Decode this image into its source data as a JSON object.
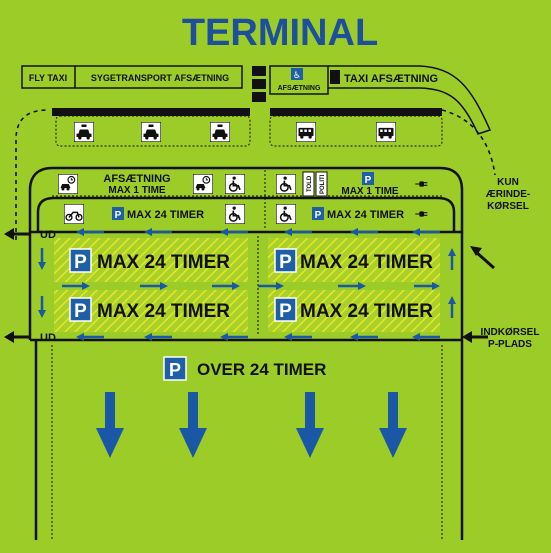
{
  "title": "TERMINAL",
  "top_row": {
    "fly_taxi": "FLY TAXI",
    "sygetransport": "SYGETRANSPORT AFSÆTNING",
    "afsaetning_small": "AFSÆTNING",
    "taxi_afsaetning": "TAXI AFSÆTNING"
  },
  "zone_left": {
    "title_line1": "AFSÆTNING",
    "title_line2": "MAX 1 TIME",
    "row2": "MAX 24 TIMER"
  },
  "zone_right": {
    "told": "TOLD",
    "politi": "POLITI",
    "max1": "MAX 1 TIME",
    "row2": "MAX 24 TIMER"
  },
  "parking_sign": "P",
  "big_blocks": [
    "MAX 24 TIMER",
    "MAX 24 TIMER",
    "MAX 24 TIMER",
    "MAX 24 TIMER"
  ],
  "over24": "OVER 24 TIMER",
  "side_labels": {
    "ud_top": "UD",
    "ud_bottom": "UD",
    "kun_line1": "KUN",
    "kun_line2": "ÆRINDE-",
    "kun_line3": "KØRSEL",
    "ind_line1": "INDKØRSEL",
    "ind_line2": "P-PLADS"
  },
  "icons": {
    "taxi": "taxi-icon",
    "bus": "bus-icon",
    "car_clock": "car-clock-icon",
    "wheelchair": "wheelchair-icon",
    "motorcycle": "motorcycle-icon",
    "ev_plug": "ev-plug-icon"
  },
  "colors": {
    "background": "#9ccc27",
    "title": "#1d4f9c",
    "sign_blue": "#1f5fa8",
    "arrow_blue": "#1a58a6",
    "hatch_yellow": "#e7e629",
    "road_black": "#111111"
  }
}
